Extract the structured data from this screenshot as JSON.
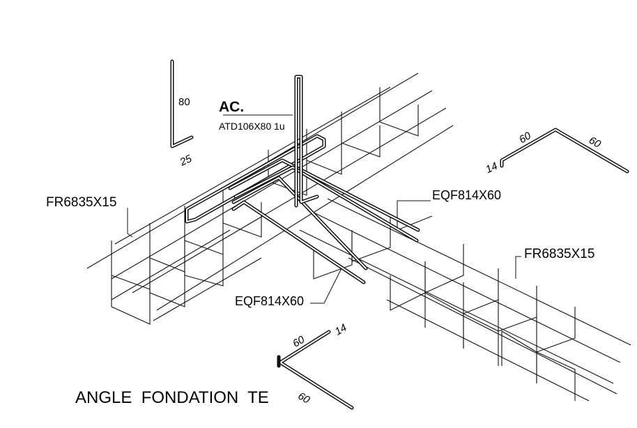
{
  "labels": {
    "fr_left": "FR6835X15",
    "fr_right": "FR6835X15",
    "eqf_top": "EQF814X60",
    "eqf_bottom": "EQF814X60",
    "ac_title": "AC.",
    "ac_ref": "ATD106X80 1u",
    "dim_80": "80",
    "dim_25": "25",
    "dim_60_right_a": "60",
    "dim_60_right_b": "60",
    "dim_14_right": "14",
    "dim_60_bottom_a": "60",
    "dim_14_bottom": "14",
    "dim_60_bottom_b": "60",
    "title": "ANGLE  FONDATION  TE"
  }
}
